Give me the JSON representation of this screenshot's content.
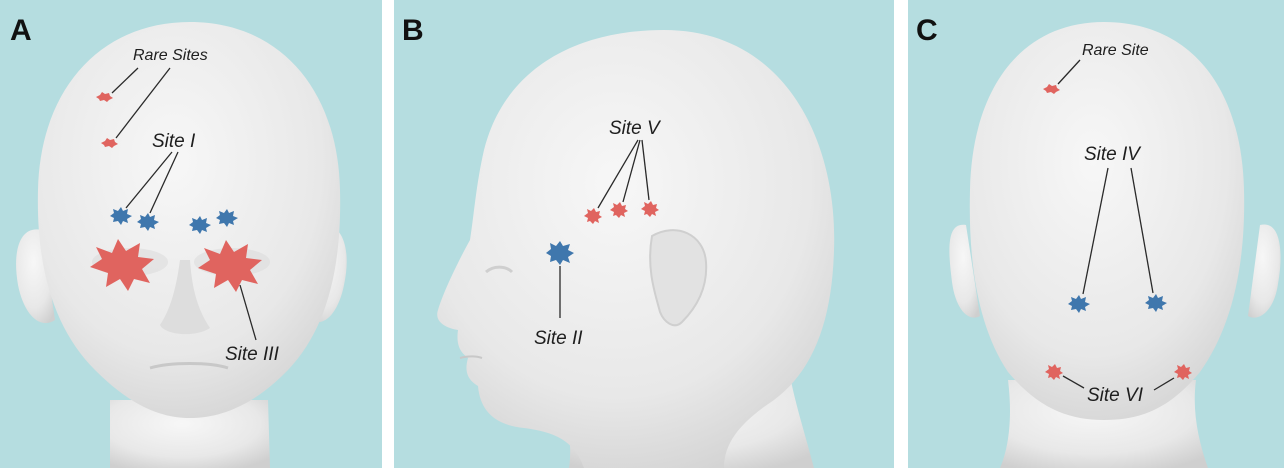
{
  "colors": {
    "background": "#b5dde0",
    "skin": "#ececec",
    "trigger_red": "#e0645f",
    "trigger_blue": "#3f77ad",
    "divider": "#ffffff"
  },
  "panels": [
    {
      "letter": "A",
      "labels": {
        "rare_sites": "Rare Sites",
        "site_i": "Site I",
        "site_iii": "Site III"
      }
    },
    {
      "letter": "B",
      "labels": {
        "site_v": "Site V",
        "site_ii": "Site II"
      }
    },
    {
      "letter": "C",
      "labels": {
        "rare_site": "Rare Site",
        "site_iv": "Site IV",
        "site_vi": "Site VI"
      }
    }
  ]
}
